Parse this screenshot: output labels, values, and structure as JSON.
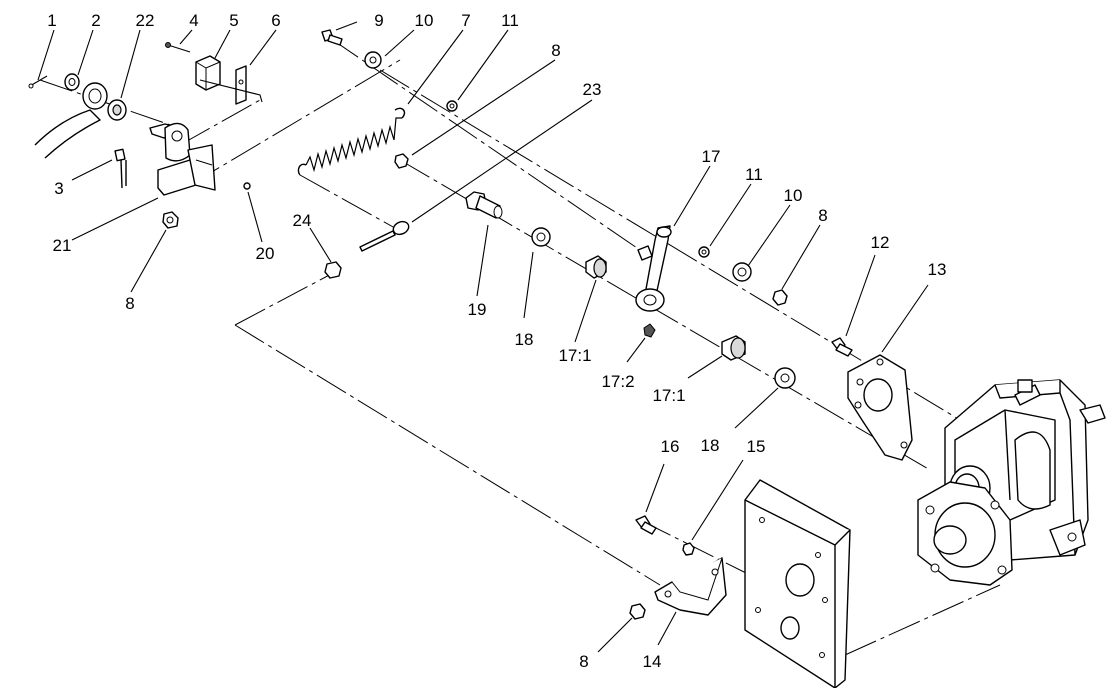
{
  "callouts": [
    {
      "id": "c1",
      "text": "1"
    },
    {
      "id": "c2",
      "text": "2"
    },
    {
      "id": "c22",
      "text": "22"
    },
    {
      "id": "c4",
      "text": "4"
    },
    {
      "id": "c5",
      "text": "5"
    },
    {
      "id": "c6",
      "text": "6"
    },
    {
      "id": "c9",
      "text": "9"
    },
    {
      "id": "c10a",
      "text": "10"
    },
    {
      "id": "c7",
      "text": "7"
    },
    {
      "id": "c11a",
      "text": "11"
    },
    {
      "id": "c8a",
      "text": "8"
    },
    {
      "id": "c23",
      "text": "23"
    },
    {
      "id": "c3",
      "text": "3"
    },
    {
      "id": "c21",
      "text": "21"
    },
    {
      "id": "c20",
      "text": "20"
    },
    {
      "id": "c8b",
      "text": "8"
    },
    {
      "id": "c24",
      "text": "24"
    },
    {
      "id": "c17",
      "text": "17"
    },
    {
      "id": "c11b",
      "text": "11"
    },
    {
      "id": "c10b",
      "text": "10"
    },
    {
      "id": "c8c",
      "text": "8"
    },
    {
      "id": "c19",
      "text": "19"
    },
    {
      "id": "c18a",
      "text": "18"
    },
    {
      "id": "c171a",
      "text": "17:1"
    },
    {
      "id": "c172",
      "text": "17:2"
    },
    {
      "id": "c171b",
      "text": "17:1"
    },
    {
      "id": "c12",
      "text": "12"
    },
    {
      "id": "c13",
      "text": "13"
    },
    {
      "id": "c18b",
      "text": "18"
    },
    {
      "id": "c16",
      "text": "16"
    },
    {
      "id": "c15",
      "text": "15"
    },
    {
      "id": "c8d",
      "text": "8"
    },
    {
      "id": "c14",
      "text": "14"
    }
  ]
}
